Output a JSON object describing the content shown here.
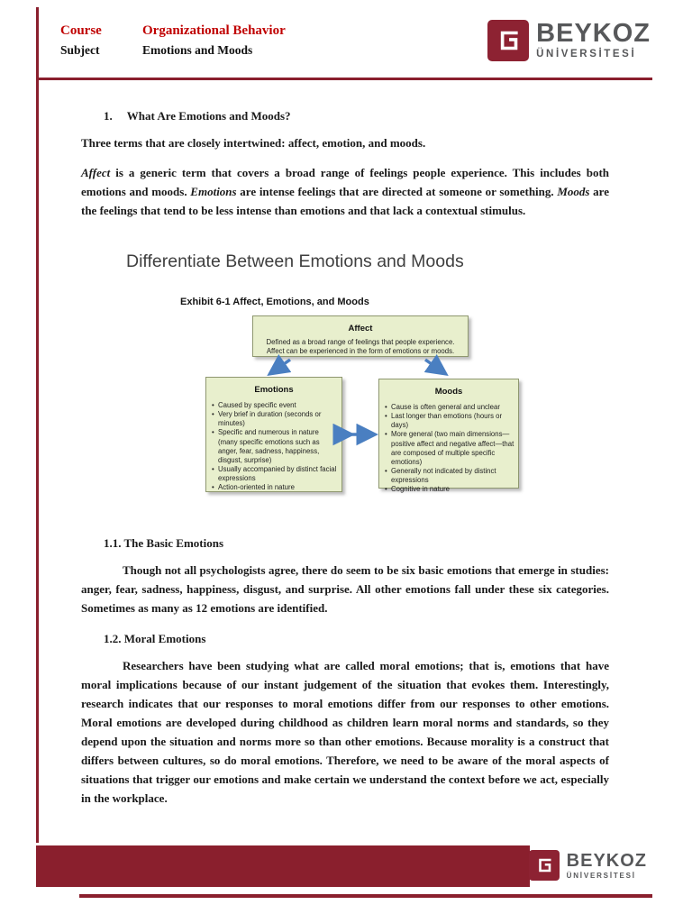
{
  "header": {
    "course_label": "Course",
    "course_value": "Organizational Behavior",
    "subject_label": "Subject",
    "subject_value": "Emotions and Moods"
  },
  "logo": {
    "title": "BEYKOZ",
    "subtitle": "ÜNİVERSİTESİ"
  },
  "body": {
    "heading1_num": "1.",
    "heading1_text": "What Are Emotions and Moods?",
    "intro": "Three terms that are closely intertwined: affect, emotion, and moods.",
    "para_affect": {
      "i1": "Affect",
      "t1": " is a generic term that covers a broad range of feelings people experience. This includes both emotions and moods. ",
      "i2": "Emotions",
      "t2": " are intense feelings that are directed at someone or something. ",
      "i3": "Moods",
      "t3": " are the feelings that tend to be less intense than emotions and that lack a contextual stimulus."
    },
    "heading11": "1.1. The Basic Emotions",
    "para11": "Though not all psychologists agree, there do seem to be six basic emotions that emerge in studies: anger, fear, sadness, happiness, disgust, and surprise. All other emotions fall under these six categories. Sometimes as many as 12 emotions are identified.",
    "heading12": "1.2. Moral Emotions",
    "para12": "Researchers have been studying what are called moral emotions; that is, emotions that have moral implications because of our instant judgement of the situation that evokes them. Interestingly, research indicates that our responses to moral emotions differ from our responses to other emotions. Moral emotions are developed during childhood as children learn moral norms and standards, so they depend upon the situation and norms more so than other emotions. Because morality is a construct that differs between cultures, so do moral emotions. Therefore, we need to be aware of the moral aspects of situations that trigger our emotions and make certain we understand the context before we act, especially in the workplace."
  },
  "figure": {
    "title": "Differentiate Between Emotions and Moods",
    "exhibit": "Exhibit 6-1 Affect, Emotions, and Moods",
    "affect": {
      "title": "Affect",
      "line1": "Defined as a broad range of feelings that people experience.",
      "line2": "Affect can be experienced in the form of emotions or moods."
    },
    "emotions": {
      "title": "Emotions",
      "bullets": [
        "Caused by specific event",
        "Very brief in duration (seconds or minutes)",
        "Specific and numerous in nature (many specific emotions such as anger, fear, sadness, happiness, disgust, surprise)",
        "Usually accompanied by distinct facial expressions",
        "Action-oriented in nature"
      ]
    },
    "moods": {
      "title": "Moods",
      "bullets": [
        "Cause is often general and unclear",
        "Last longer than emotions (hours or days)",
        "More general (two main dimensions—positive affect and negative affect—that are composed of multiple specific emotions)",
        "Generally not indicated by distinct expressions",
        "Cognitive in nature"
      ]
    }
  },
  "colors": {
    "maroon": "#8a1f2d",
    "red_text": "#c00000",
    "arrow_blue": "#4a7fc1",
    "box_fill": "#e8efcd",
    "logo_gray": "#57585a"
  }
}
